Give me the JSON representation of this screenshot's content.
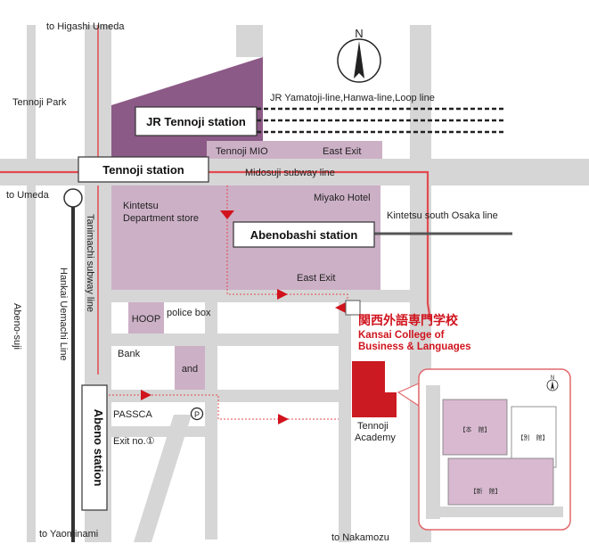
{
  "colors": {
    "road": "#d6d6d6",
    "block_light": "#ccb0c6",
    "block_dark": "#8c5a86",
    "route_red": "#e24a4f",
    "school_red": "#cc1a22",
    "inset_border": "#e0686c",
    "inset_building": "#d8b9d0"
  },
  "compass": {
    "letter": "N",
    "icon": "north-arrow-icon"
  },
  "directions": {
    "higashi_umeda": "to Higashi Umeda",
    "umeda": "to Umeda",
    "yaominami": "to Yaominami",
    "nakamozu": "to Nakamozu"
  },
  "lines": {
    "jr": "JR Yamatoji-line,Hanwa-line,Loop line",
    "midosuji": "Midosuji subway line",
    "kintetsu": "Kintetsu south Osaka line",
    "tanimachi": "Tanimachi subway line",
    "hankai": "Hankai Uemachi Line",
    "abeno_suji": "Abeno-suji"
  },
  "stations": {
    "jr_tennoji": "JR Tennoji station",
    "tennoji": "Tennoji station",
    "abenobashi": "Abenobashi station",
    "abeno": "Abeno station"
  },
  "places": {
    "tennoji_park": "Tennoji Park",
    "tennoji_mio": "Tennoji MIO",
    "east_exit_top": "East Exit",
    "kintetsu_line1": "Kintetsu",
    "kintetsu_line2": "Department store",
    "miyako_hotel": "Miyako Hotel",
    "east_exit_bottom": "East Exit",
    "hoop": "HOOP",
    "police_box": "police box",
    "bank": "Bank",
    "and": "and",
    "passca": "PASSCA",
    "parking": "P",
    "exit_no1": "Exit no.①",
    "tennoji_academy_1": "Tennoji",
    "tennoji_academy_2": "Academy"
  },
  "school": {
    "name_jp": "関西外語専門学校",
    "name_en_1": "Kansai College of",
    "name_en_2": "Business & Languages"
  },
  "inset": {
    "main_building": "【本　館】",
    "annex_building": "【別　館】",
    "new_building": "【新　館】",
    "north": "N"
  }
}
